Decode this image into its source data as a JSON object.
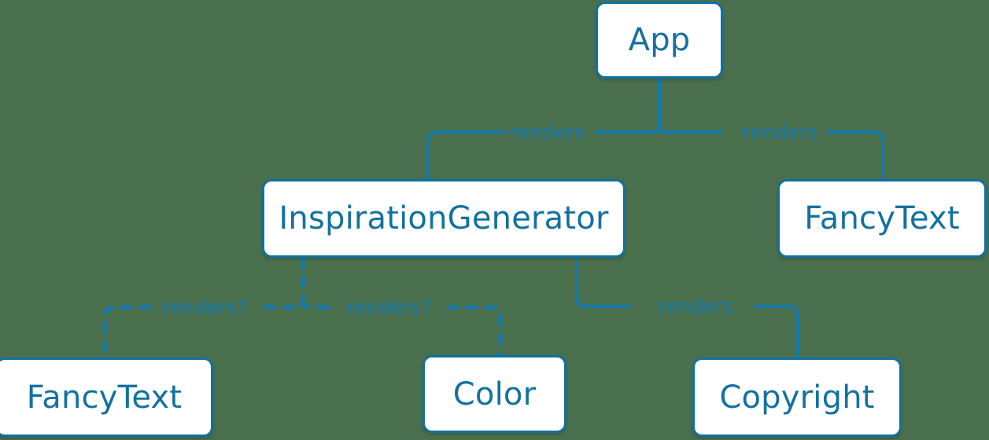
{
  "diagram": {
    "type": "component-tree",
    "background_color": "#4a6f4d",
    "accent_color": "#1279ad",
    "node_fill": "#ffffff",
    "nodes": [
      {
        "id": "app",
        "label": "App"
      },
      {
        "id": "inspirationgenerator",
        "label": "InspirationGenerator"
      },
      {
        "id": "fancytext-right",
        "label": "FancyText"
      },
      {
        "id": "fancytext-bottom",
        "label": "FancyText"
      },
      {
        "id": "color",
        "label": "Color"
      },
      {
        "id": "copyright",
        "label": "Copyright"
      }
    ],
    "edges": [
      {
        "id": "app-inspiration",
        "from": "app",
        "to": "inspirationgenerator",
        "label": "renders",
        "style": "solid"
      },
      {
        "id": "app-fancytext",
        "from": "app",
        "to": "fancytext-right",
        "label": "renders",
        "style": "solid"
      },
      {
        "id": "inspiration-fancytext",
        "from": "inspirationgenerator",
        "to": "fancytext-bottom",
        "label": "renders?",
        "style": "dashed"
      },
      {
        "id": "inspiration-color",
        "from": "inspirationgenerator",
        "to": "color",
        "label": "renders?",
        "style": "dashed"
      },
      {
        "id": "inspiration-copyright",
        "from": "inspirationgenerator",
        "to": "copyright",
        "label": "renders",
        "style": "solid"
      }
    ]
  }
}
